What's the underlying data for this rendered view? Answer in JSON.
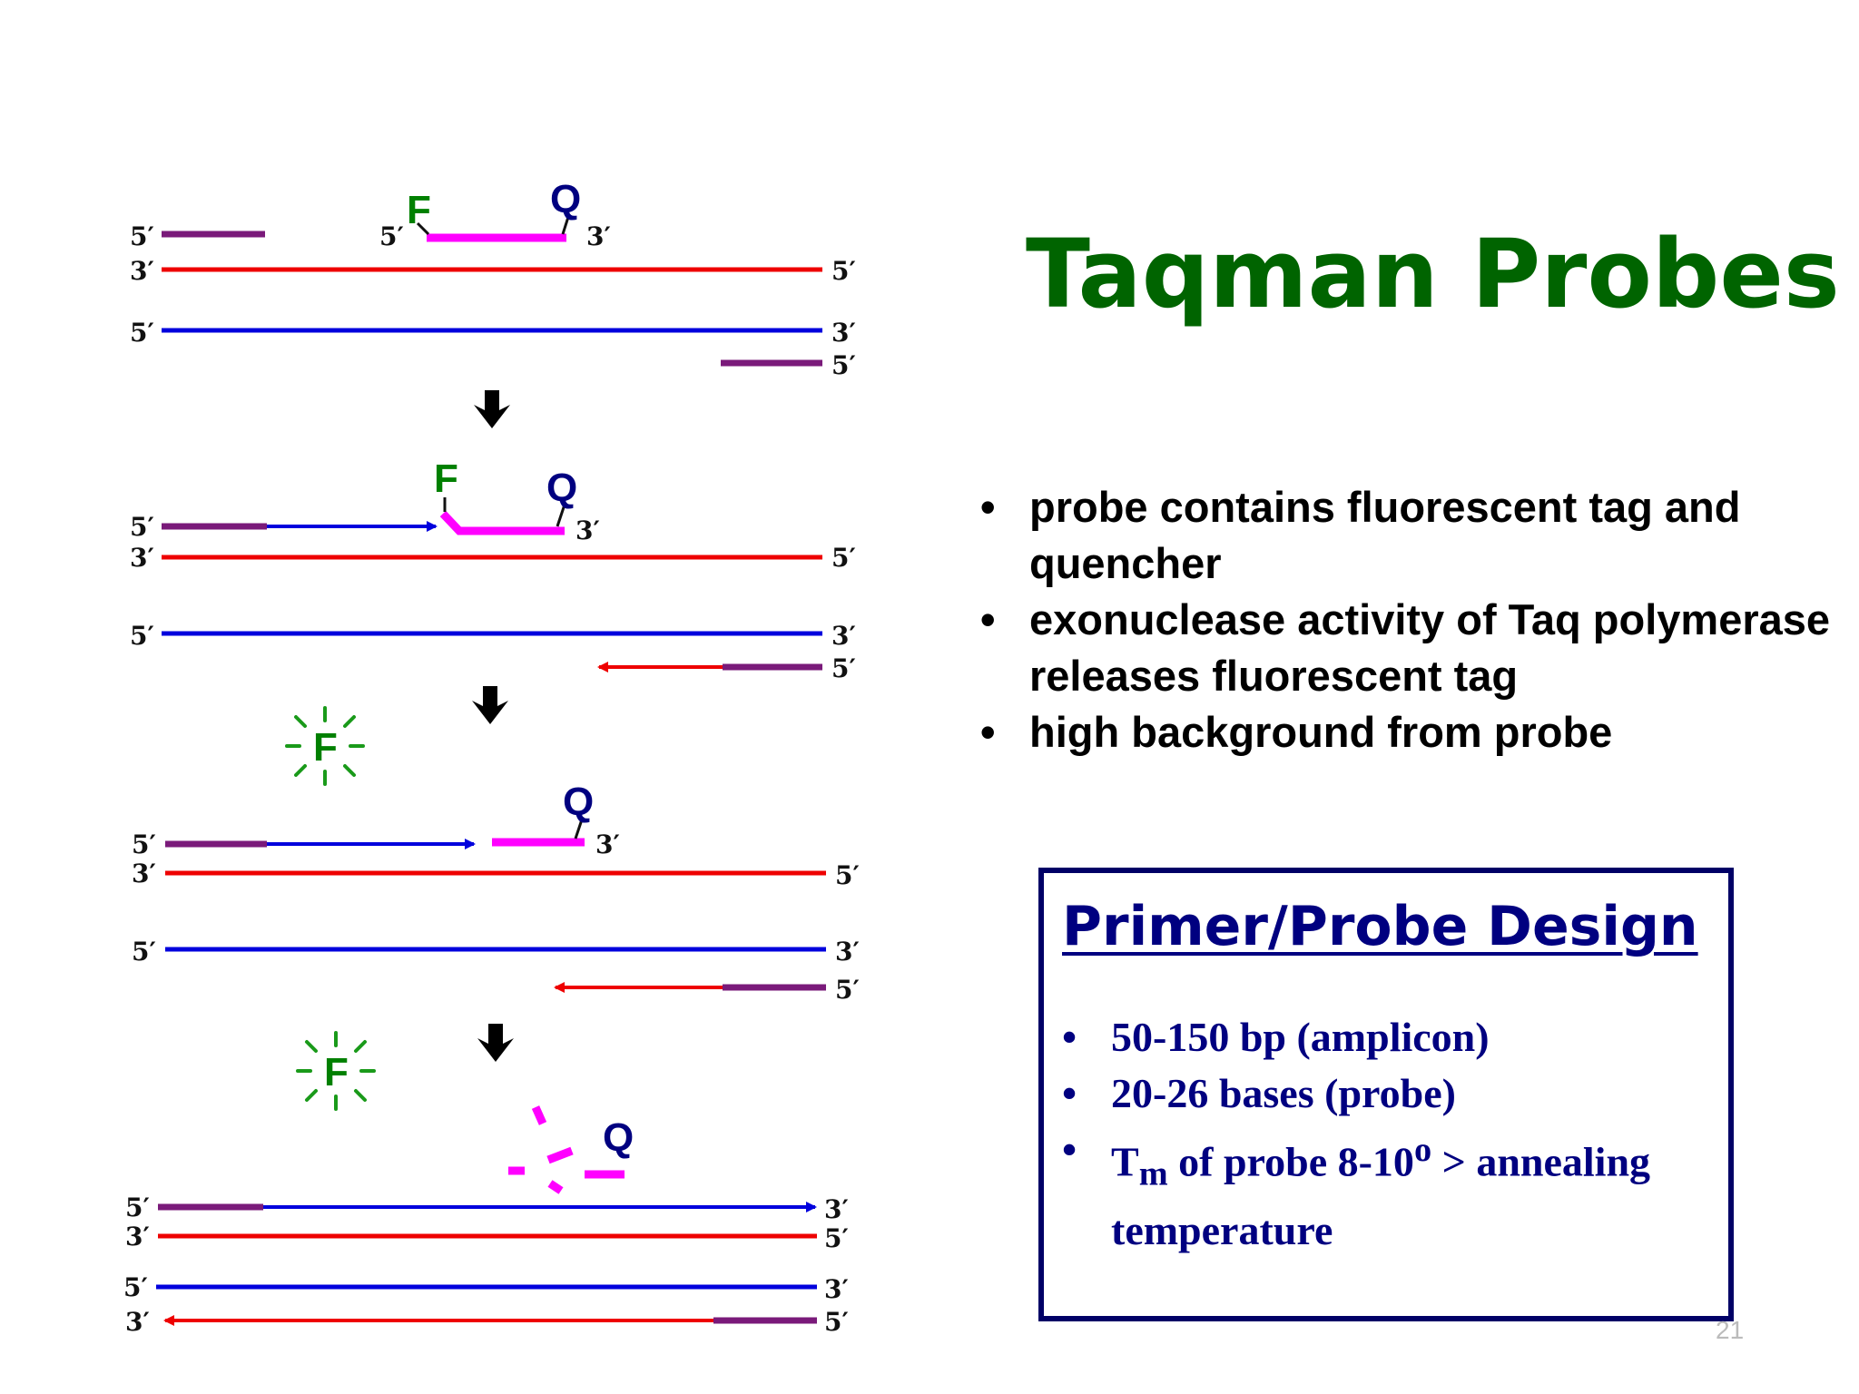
{
  "slide": {
    "title": "Taqman Probes",
    "page_number": "21"
  },
  "diagram": {
    "probe_labels": {
      "fluorophore": "F",
      "quencher": "Q"
    },
    "end_labels": {
      "five_prime": "5′",
      "three_prime": "3′"
    },
    "colors": {
      "template_strand": "#ee0000",
      "complement_strand": "#0000dd",
      "primer": "#7a1a7a",
      "probe": "#ff00ff",
      "fluorophore": "#008000",
      "quencher": "#000080",
      "step_arrow": "#000000"
    },
    "step_arrow_icon": "arrow-down-icon"
  },
  "bullets": [
    {
      "text": "probe contains fluorescent tag and quencher"
    },
    {
      "text": "exonuclease activity of Taq polymerase releases fluorescent tag"
    },
    {
      "text": "high background from probe"
    }
  ],
  "design_box": {
    "title": "Primer/Probe Design",
    "items": [
      {
        "text": "50-150 bp (amplicon)"
      },
      {
        "text": "20-26 bases (probe)"
      },
      {
        "text_main": "T",
        "text_sub": "m",
        "text_mid": " of probe 8-10",
        "text_sup": "o",
        "text_end": " > annealing temperature"
      }
    ]
  }
}
